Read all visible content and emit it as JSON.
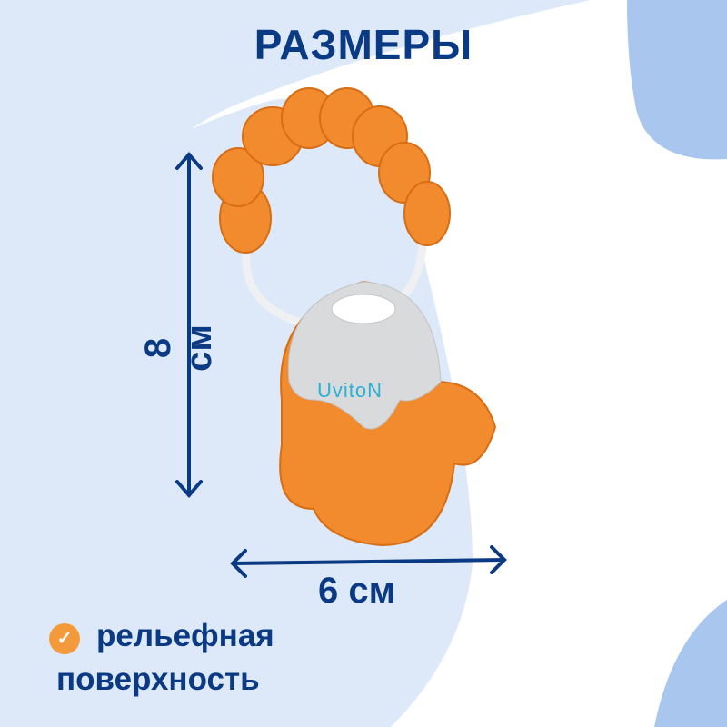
{
  "title": "РАЗМЕРЫ",
  "dimensions": {
    "height": "8 см",
    "width": "6 см"
  },
  "feature": {
    "line1": "рельефная",
    "line2": "поверхность",
    "icon": "check-circle-icon"
  },
  "product": {
    "brand_logo": "UvitoN"
  },
  "colors": {
    "text": "#0b3a84",
    "accent": "#f39a3b",
    "blob_light": "#dde9f8",
    "blob_dark": "#a9c6ee",
    "toy": "#f28a2e"
  }
}
